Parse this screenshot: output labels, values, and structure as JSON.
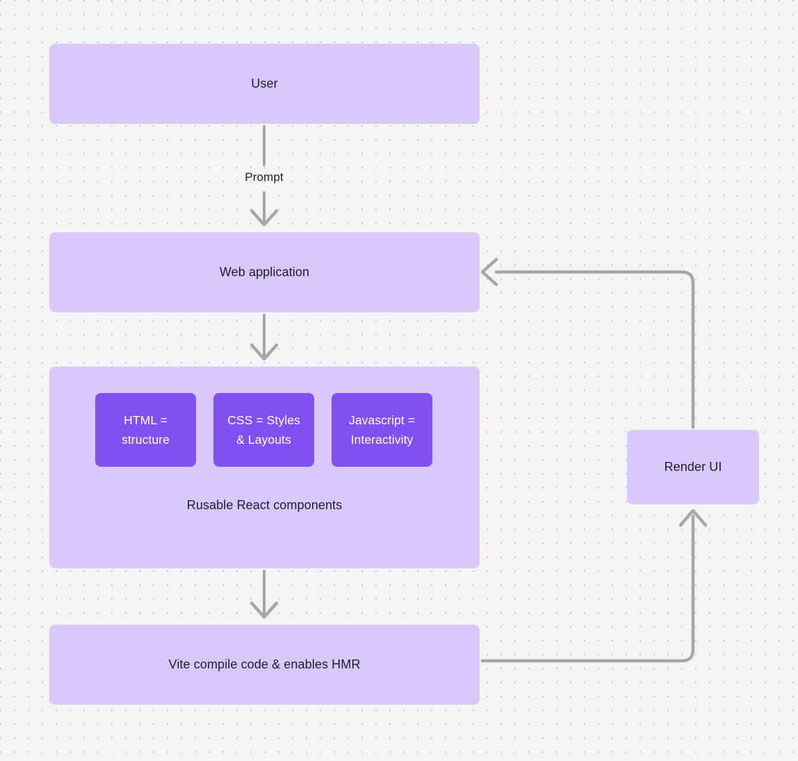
{
  "canvas": {
    "background_color": "#f4f4f4",
    "dot_color": "#c8c8c8",
    "node_fill": "#d8c8fa",
    "chip_fill": "#8250f0",
    "edge_color": "#a6a6a6",
    "text_color": "#1f1b2e"
  },
  "nodes": {
    "user": {
      "label": "User"
    },
    "web_application": {
      "label": "Web application"
    },
    "components": {
      "caption": "Rusable React components",
      "chips": [
        {
          "label": "HTML =\nstructure"
        },
        {
          "label": "CSS = Styles\n& Layouts"
        },
        {
          "label": "Javascript =\nInteractivity"
        }
      ]
    },
    "vite": {
      "label": "Vite compile code & enables HMR"
    },
    "render_ui": {
      "label": "Render UI"
    }
  },
  "edges": {
    "user_to_web_application": {
      "label": "Prompt"
    },
    "web_application_to_components": {
      "label": ""
    },
    "components_to_vite": {
      "label": ""
    },
    "vite_to_render_ui": {
      "label": ""
    },
    "render_ui_to_web_application": {
      "label": ""
    }
  }
}
